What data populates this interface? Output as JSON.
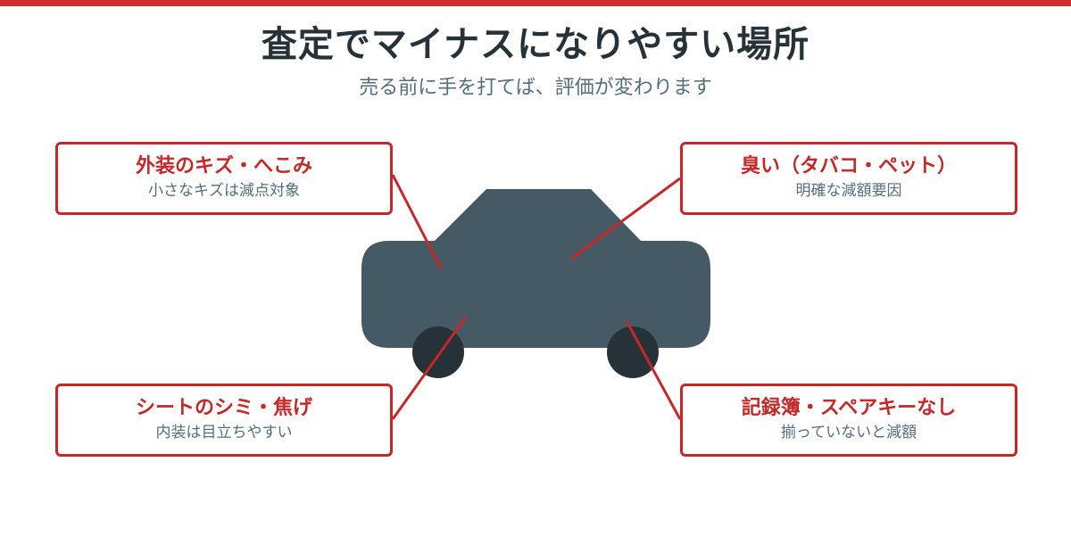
{
  "header": {
    "title": "査定でマイナスになりやすい場所",
    "subtitle": "売る前に手を打てば、評価が変わります"
  },
  "callouts": [
    {
      "title": "外装のキズ・へこみ",
      "description": "小さなキズは減点対象"
    },
    {
      "title": "臭い（タバコ・ペット）",
      "description": "明確な減額要因"
    },
    {
      "title": "シートのシミ・焦げ",
      "description": "内装は目立ちやすい"
    },
    {
      "title": "記録簿・スペアキーなし",
      "description": "揃っていないと減額"
    }
  ],
  "colors": {
    "accent": "#c62828",
    "top_bar": "#d32f2f",
    "car_body": "#455a64",
    "wheel": "#263238",
    "title_text": "#263238",
    "subtitle_text": "#546e7a"
  },
  "icons": {
    "car": "car-icon",
    "wheel": "wheel-icon"
  }
}
